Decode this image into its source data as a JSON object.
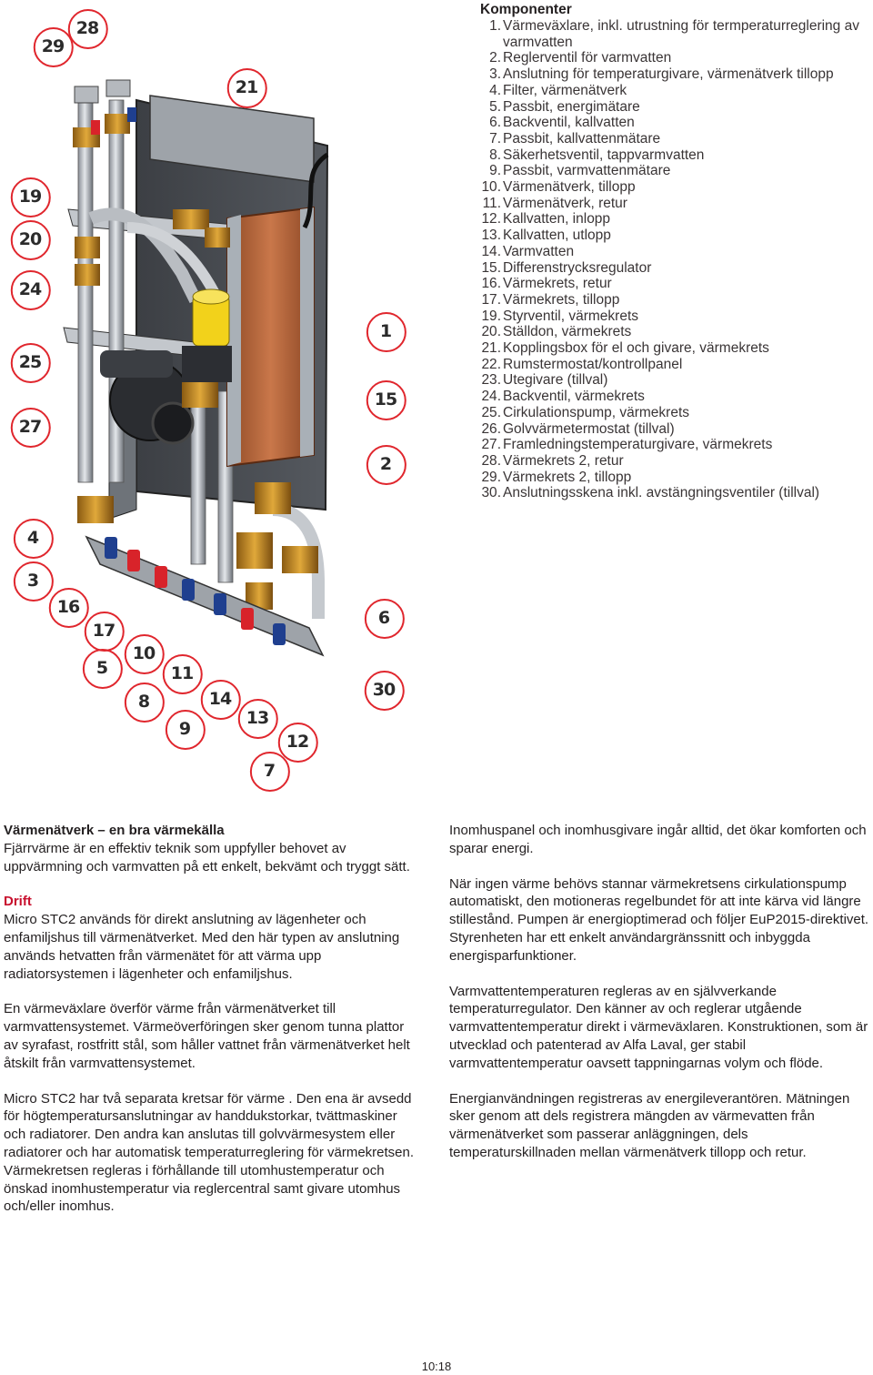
{
  "components": {
    "heading": "Komponenter",
    "items": [
      {
        "num": "1",
        "text": "Värmeväxlare, inkl. utrustning för termperaturreglering av varmvatten"
      },
      {
        "num": "2",
        "text": "Reglerventil för varmvatten"
      },
      {
        "num": "3",
        "text": "Anslutning för temperaturgivare, värmenätverk tillopp"
      },
      {
        "num": "4",
        "text": "Filter, värmenätverk"
      },
      {
        "num": "5",
        "text": "Passbit, energimätare"
      },
      {
        "num": "6",
        "text": "Backventil, kallvatten"
      },
      {
        "num": "7",
        "text": "Passbit, kallvattenmätare"
      },
      {
        "num": "8",
        "text": "Säkerhetsventil, tappvarmvatten"
      },
      {
        "num": "9",
        "text": "Passbit, varmvattenmätare"
      },
      {
        "num": "10",
        "text": "Värmenätverk, tillopp"
      },
      {
        "num": "11",
        "text": "Värmenätverk, retur"
      },
      {
        "num": "12",
        "text": "Kallvatten, inlopp"
      },
      {
        "num": "13",
        "text": "Kallvatten, utlopp"
      },
      {
        "num": "14",
        "text": "Varmvatten"
      },
      {
        "num": "15",
        "text": "Differenstrycksregulator"
      },
      {
        "num": "16",
        "text": "Värmekrets, retur"
      },
      {
        "num": "17",
        "text": "Värmekrets, tillopp"
      },
      {
        "num": "19",
        "text": "Styrventil, värmekrets"
      },
      {
        "num": "20",
        "text": "Ställdon, värmekrets"
      },
      {
        "num": "21",
        "text": "Kopplingsbox för el och givare, värmekrets"
      },
      {
        "num": "22",
        "text": "Rumstermostat/kontrollpanel"
      },
      {
        "num": "23",
        "text": "Utegivare (tillval)"
      },
      {
        "num": "24",
        "text": "Backventil, värmekrets"
      },
      {
        "num": "25",
        "text": "Cirkulationspump, värmekrets"
      },
      {
        "num": "26",
        "text": "Golvvärmetermostat (tillval)"
      },
      {
        "num": "27",
        "text": "Framledningstemperaturgivare, värmekrets"
      },
      {
        "num": "28",
        "text": "Värmekrets 2, retur"
      },
      {
        "num": "29",
        "text": "Värmekrets 2, tillopp"
      },
      {
        "num": "30",
        "text": "Anslutningsskena inkl. avstängningsventiler (tillval)"
      }
    ]
  },
  "callouts": [
    "29",
    "28",
    "21",
    "19",
    "20",
    "24",
    "1",
    "25",
    "15",
    "27",
    "2",
    "4",
    "3",
    "16",
    "6",
    "17",
    "10",
    "5",
    "11",
    "30",
    "8",
    "14",
    "13",
    "9",
    "12",
    "7"
  ],
  "colors": {
    "callout_ring": "#e0262d",
    "section_heading": "#c8102e",
    "brass": "#c8902e",
    "red_valve": "#d8232a",
    "blue_valve": "#1f3f8f",
    "copper_plate": "#b8673a",
    "pump_yellow": "#f2d21b"
  },
  "left_column": {
    "title": "Värmenätverk – en bra värmekälla",
    "intro": "Fjärrvärme är en effektiv teknik som uppfyller behovet av uppvärmning och varmvatten på ett enkelt, bekvämt och tryggt sätt.",
    "drift_heading": "Drift",
    "drift_p1": "Micro STC2 används för direkt anslutning av lägenheter och enfamiljshus till värmenätverket. Med den här typen av anslutning används hetvatten från värmenätet för att värma upp radiatorsystemen i lägenheter och enfamiljshus.",
    "drift_p2": "En värmeväxlare överför värme från värmenätverket till varmvattensystemet. Värmeöverföringen sker genom tunna plattor av syrafast, rostfritt stål, som håller vattnet från värmenätverket helt åtskilt från varmvattensystemet.",
    "drift_p3": "Micro STC2 har två separata kretsar för värme . Den ena är avsedd för högtemperatursanslutningar av handdukstorkar, tvättmaskiner och radiatorer. Den andra kan anslutas till golvvärmesystem eller radiatorer och har automatisk temperaturreglering för värmekretsen. Värmekretsen regleras i förhållande till utomhustemperatur och önskad inomhustemperatur via reglercentral samt givare utomhus och/eller inomhus."
  },
  "right_column": {
    "p1": "Inomhuspanel och inomhusgivare ingår alltid, det ökar komforten och sparar energi.",
    "p2": "När ingen värme behövs stannar värmekretsens cirkulationspump automatiskt, den motioneras regelbundet för att inte kärva vid längre stillestånd. Pumpen är energioptimerad och följer EuP2015-direktivet. Styrenheten har ett enkelt användargränssnitt och inbyggda energisparfunktioner.",
    "p3": "Varmvattentemperaturen regleras av en självverkande temperaturregulator. Den känner av och reglerar utgående varmvattentemperatur direkt i värmeväxlaren. Konstruktionen, som är utvecklad och patenterad av Alfa Laval, ger stabil varmvattentemperatur oavsett tappningarnas volym och flöde.",
    "p4": "Energianvändningen registreras av energileverantören. Mätningen sker genom att dels registrera mängden av värmevatten från värmenätverket som passerar anläggningen, dels temperaturskillnaden mellan värmenätverk tillopp och retur."
  },
  "page_number": "10:18"
}
